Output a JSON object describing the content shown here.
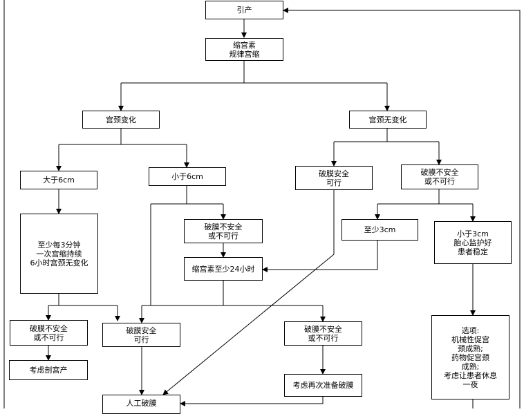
{
  "nodes": {
    "induction": "引产",
    "oxytocin": "缩宫素\n规律宫缩",
    "cervix_change": "宫颈变化",
    "cervix_no_change": "宫颈无变化",
    "gt6": "大于6cm",
    "lt6": "小于6cm",
    "rupture_safe_1": "破膜安全\n可行",
    "rupture_unsafe_1": "破膜不安全\n或不可行",
    "contractions": "至少每3分钟\n一次宫缩持续\n6小时宫颈无变化",
    "rupture_unsafe_2": "破膜不安全\n或不可行",
    "atleast3": "至少3cm",
    "lt3": "小于3cm\n胎心监护好\n患者稳定",
    "oxytocin24": "缩宫素至少24小时",
    "rupture_unsafe_3": "破膜不安全\n或不可行",
    "rupture_safe_2": "破膜安全\n可行",
    "rupture_unsafe_4": "破膜不安全\n或不可行",
    "options": "选项:\n机械性促宫\n颈成熟;\n药物促宫颈\n成熟;\n考虑让患者休息\n一夜",
    "cesarean": "考虑剖宫产",
    "reconsider": "考虑再次准备破膜",
    "amniotomy": "人工破膜"
  }
}
